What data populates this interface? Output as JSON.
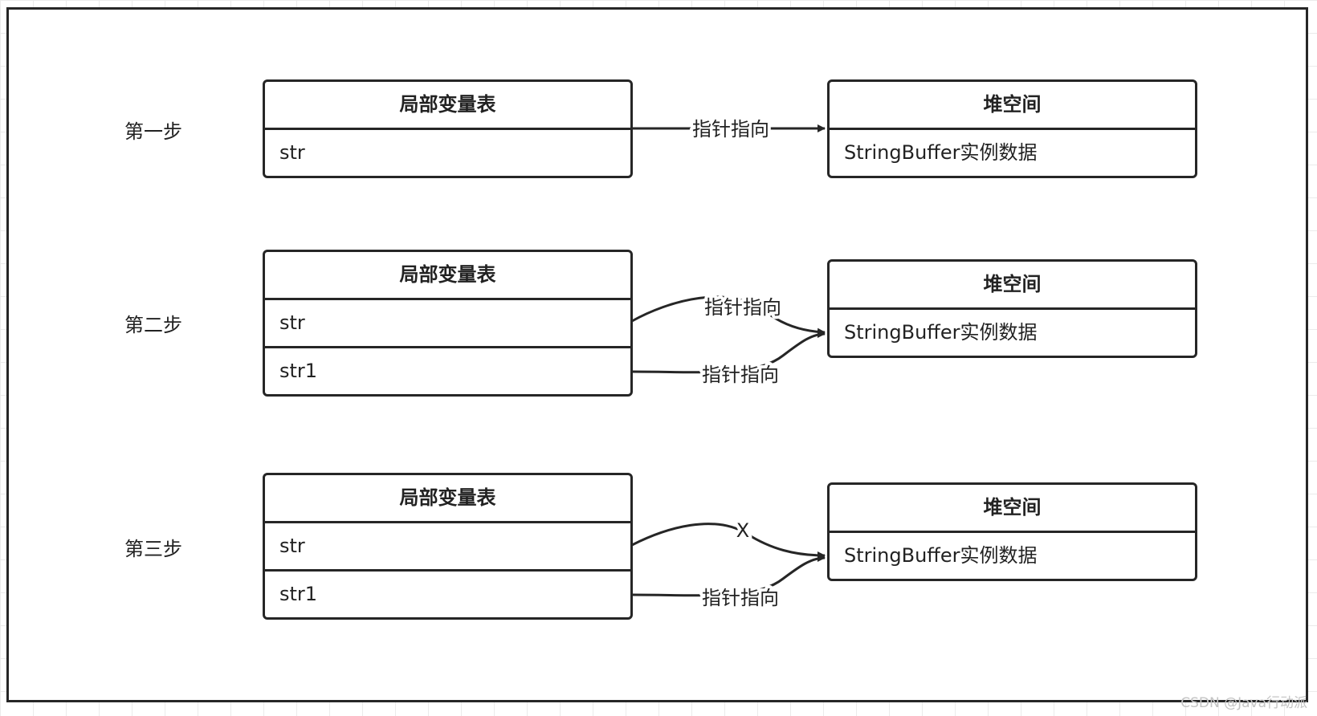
{
  "steps": [
    {
      "label": "第一步",
      "local_table": {
        "title": "局部变量表",
        "rows": [
          "str"
        ]
      },
      "heap": {
        "title": "堆空间",
        "rows": [
          "StringBuffer实例数据"
        ]
      },
      "edges": [
        {
          "from": "str",
          "label": "指针指向"
        }
      ]
    },
    {
      "label": "第二步",
      "local_table": {
        "title": "局部变量表",
        "rows": [
          "str",
          "str1"
        ]
      },
      "heap": {
        "title": "堆空间",
        "rows": [
          "StringBuffer实例数据"
        ]
      },
      "edges": [
        {
          "from": "str",
          "label": "指针指向"
        },
        {
          "from": "str1",
          "label": "指针指向"
        }
      ]
    },
    {
      "label": "第三步",
      "local_table": {
        "title": "局部变量表",
        "rows": [
          "str",
          "str1"
        ]
      },
      "heap": {
        "title": "堆空间",
        "rows": [
          "StringBuffer实例数据"
        ]
      },
      "edges": [
        {
          "from": "str",
          "label": "X"
        },
        {
          "from": "str1",
          "label": "指针指向"
        }
      ]
    }
  ],
  "watermark": "CSDN @Java行动派"
}
